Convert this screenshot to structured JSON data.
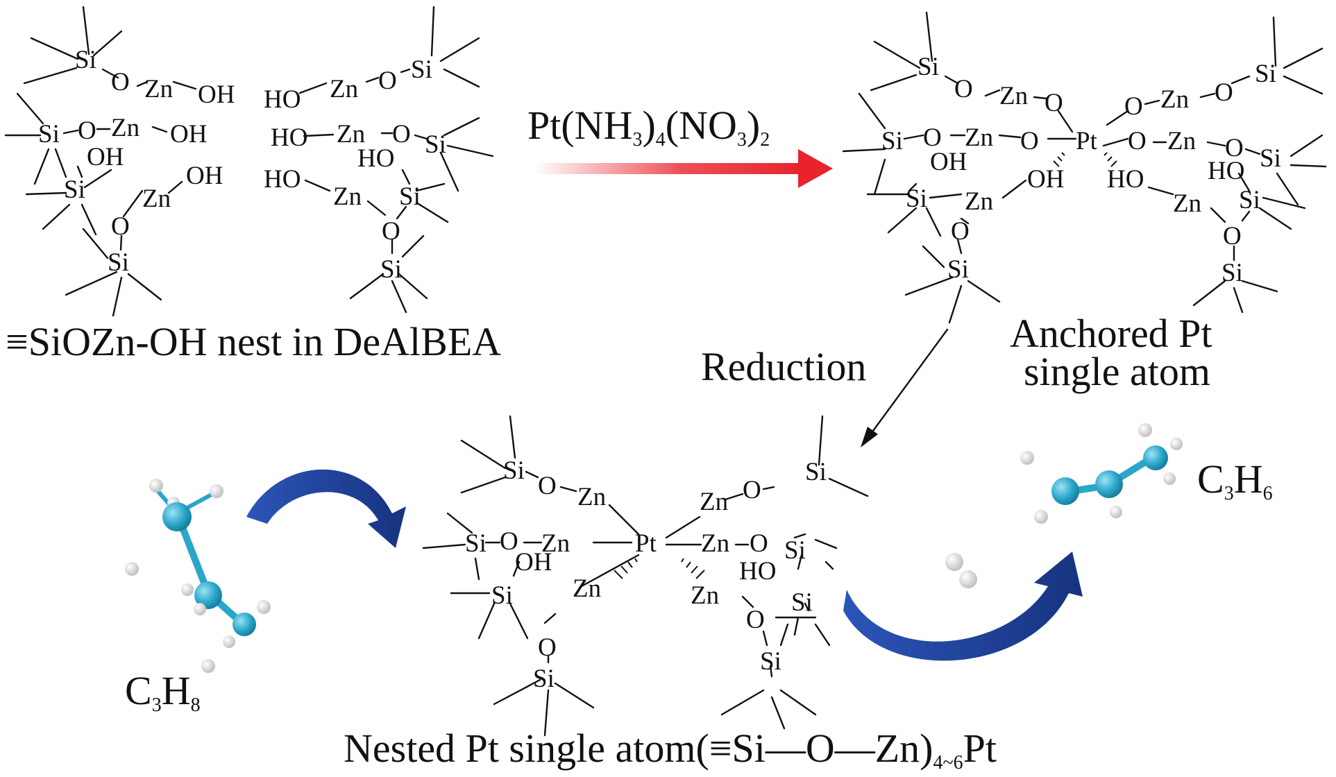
{
  "reagent": {
    "prefix": "Pt(NH",
    "s1": "3",
    "mid": ")",
    "s2": "4",
    "mid2": "(NO",
    "s3": "3",
    "mid3": ")",
    "s4": "2"
  },
  "captions": {
    "nest": "≡SiOZn-OH nest in DeAlBEA",
    "anchored_1": "Anchored Pt",
    "anchored_2": "single atom",
    "reduction": "Reduction",
    "nested_main": "Nested Pt single atom(≡Si—O—Zn)",
    "nested_sub": "4~6",
    "nested_end": "Pt"
  },
  "molecules": {
    "propane": {
      "c": "C",
      "s1": "3",
      "h": "H",
      "s2": "8"
    },
    "propene": {
      "c": "C",
      "s1": "3",
      "h": "H",
      "s2": "6"
    }
  },
  "atoms": {
    "si": "Si",
    "o": "O",
    "zn": "Zn",
    "oh": "OH",
    "ho": "HO",
    "pt": "Pt"
  },
  "colors": {
    "arrow_red": "#e8232b",
    "arrow_blue": "#1f3e91",
    "carbon": "#2aa6c9",
    "hydrogen": "#f2f2f2"
  }
}
